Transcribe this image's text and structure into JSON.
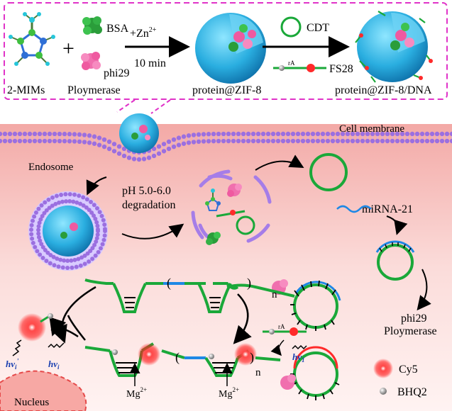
{
  "synthesis": {
    "reagent_2mim": "2-MIMs",
    "reagent_bsa": "BSA",
    "reagent_phi29": "phi29",
    "reagent_polymerase": "Ploymerase",
    "zn_label": "+Zn",
    "zn_charge": "2+",
    "time_label": "10 min",
    "product1": "protein@ZIF-8",
    "cdt_label": "CDT",
    "fs28_label": "FS28",
    "ra_label": "rA",
    "product2": "protein@ZIF-8/DNA"
  },
  "cell": {
    "membrane_label": "Cell membrane",
    "endosome_label": "Endosome",
    "degradation_line1": "pH 5.0-6.0",
    "degradation_line2": "degradation",
    "mirna_label": "miRNA-21",
    "phi29_label1": "phi29",
    "phi29_label2": "Ploymerase",
    "repeat_n": "n",
    "mg_label": "Mg",
    "mg_charge": "2+",
    "hv1_label": "hv",
    "hv1_sub": "1",
    "hvi_label": "hv",
    "hvi_sub": "i",
    "hvi_prime_label": "hv",
    "hvi_prime_sub": "i",
    "hvi_prime_sup": "'",
    "nucleus_label": "Nucleus"
  },
  "legend": {
    "cy5_label": "Cy5",
    "bhq2_label": "BHQ2"
  },
  "colors": {
    "frame_dash": "#e033c8",
    "dna_green": "#1aa839",
    "mirna_blue": "#1e88e5",
    "membrane_purple": "#9b6fe0",
    "cell_pink": "#f6c9c6",
    "zif_cyan": "#2fc2ee",
    "cy5_red": "#ff2a2a"
  }
}
